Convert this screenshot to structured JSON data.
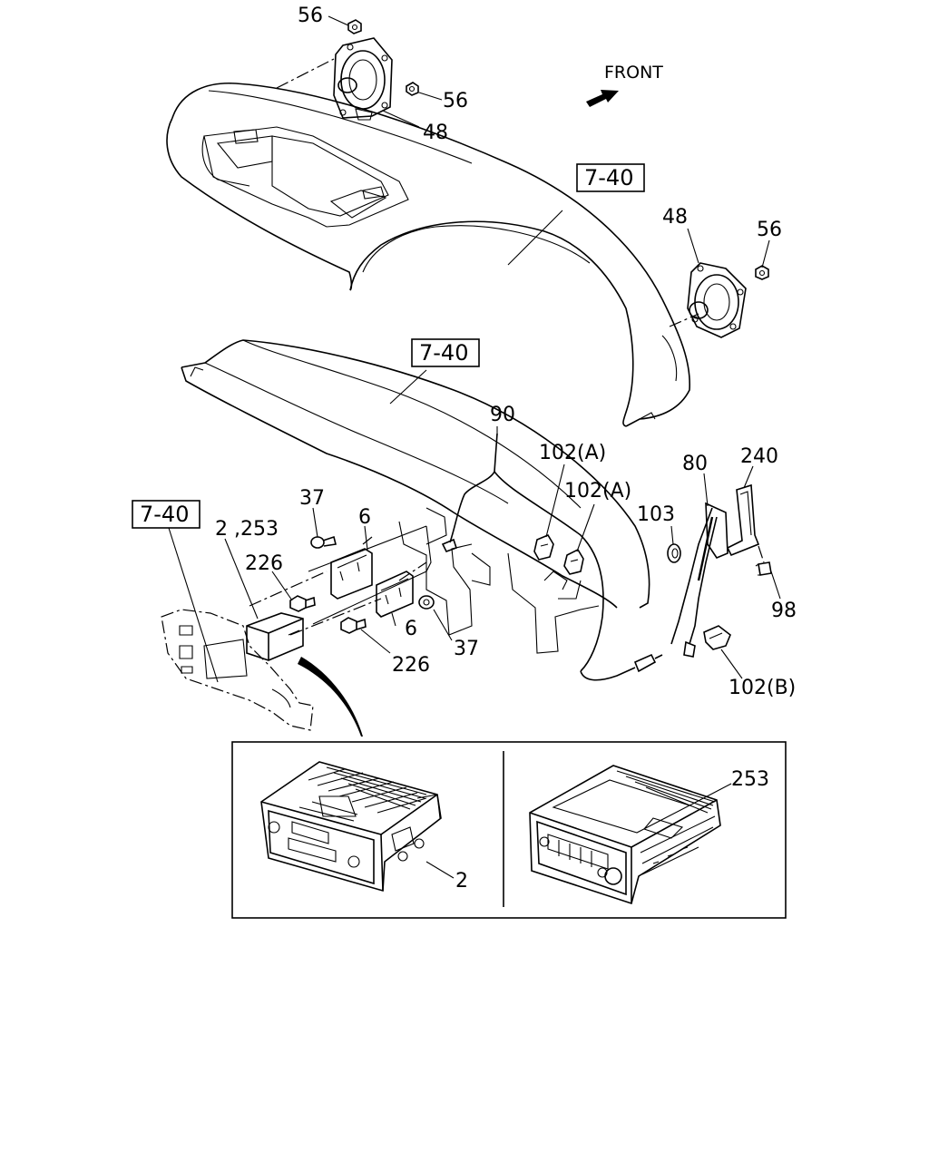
{
  "front_label": "FRONT",
  "references": [
    "7-40",
    "7-40",
    "7-40"
  ],
  "callouts": {
    "nut_top": "56",
    "nut_top_right": "56",
    "speaker_top": "48",
    "speaker_right": "48",
    "nut_right": "56",
    "cable_90": "90",
    "clip_a1": "102(A)",
    "clip_a2": "102(A)",
    "bracket_80": "80",
    "bracket_240": "240",
    "grommet_103": "103",
    "bolt_98": "98",
    "clip_b": "102(B)",
    "screw_37_top": "37",
    "bracket_6_top": "6",
    "radio_pair": "2 ,253",
    "bolt_226_top": "226",
    "bracket_6_bottom": "6",
    "screw_37_bottom": "37",
    "bolt_226_bottom": "226",
    "radio_2": "2",
    "radio_253": "253"
  }
}
